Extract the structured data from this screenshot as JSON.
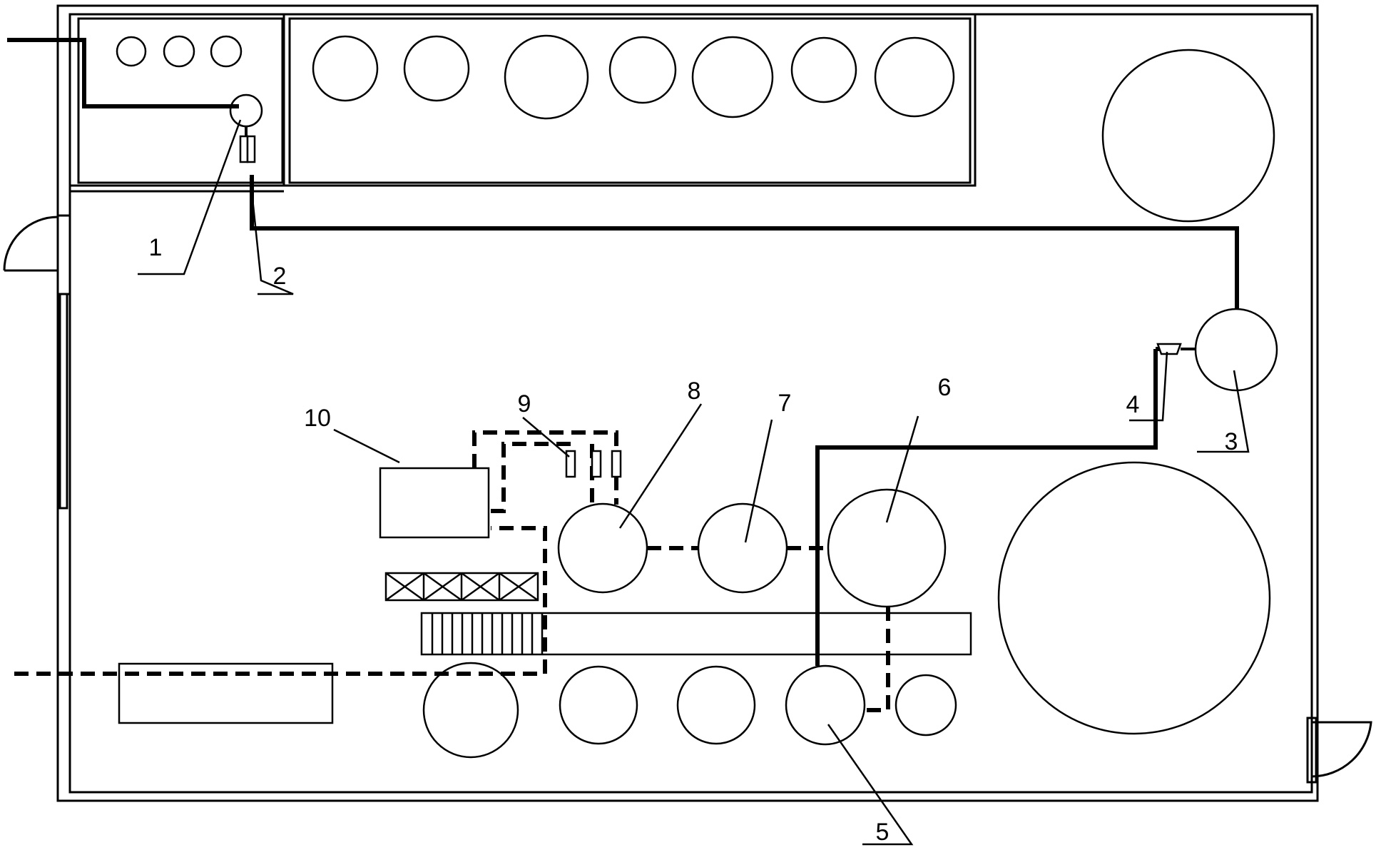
{
  "diagram": {
    "labels": {
      "n1": "1",
      "n2": "2",
      "n3": "3",
      "n4": "4",
      "n5": "5",
      "n6": "6",
      "n7": "7",
      "n8": "8",
      "n9": "9",
      "n10": "10"
    },
    "line_color": "#000000",
    "background": "#ffffff"
  }
}
